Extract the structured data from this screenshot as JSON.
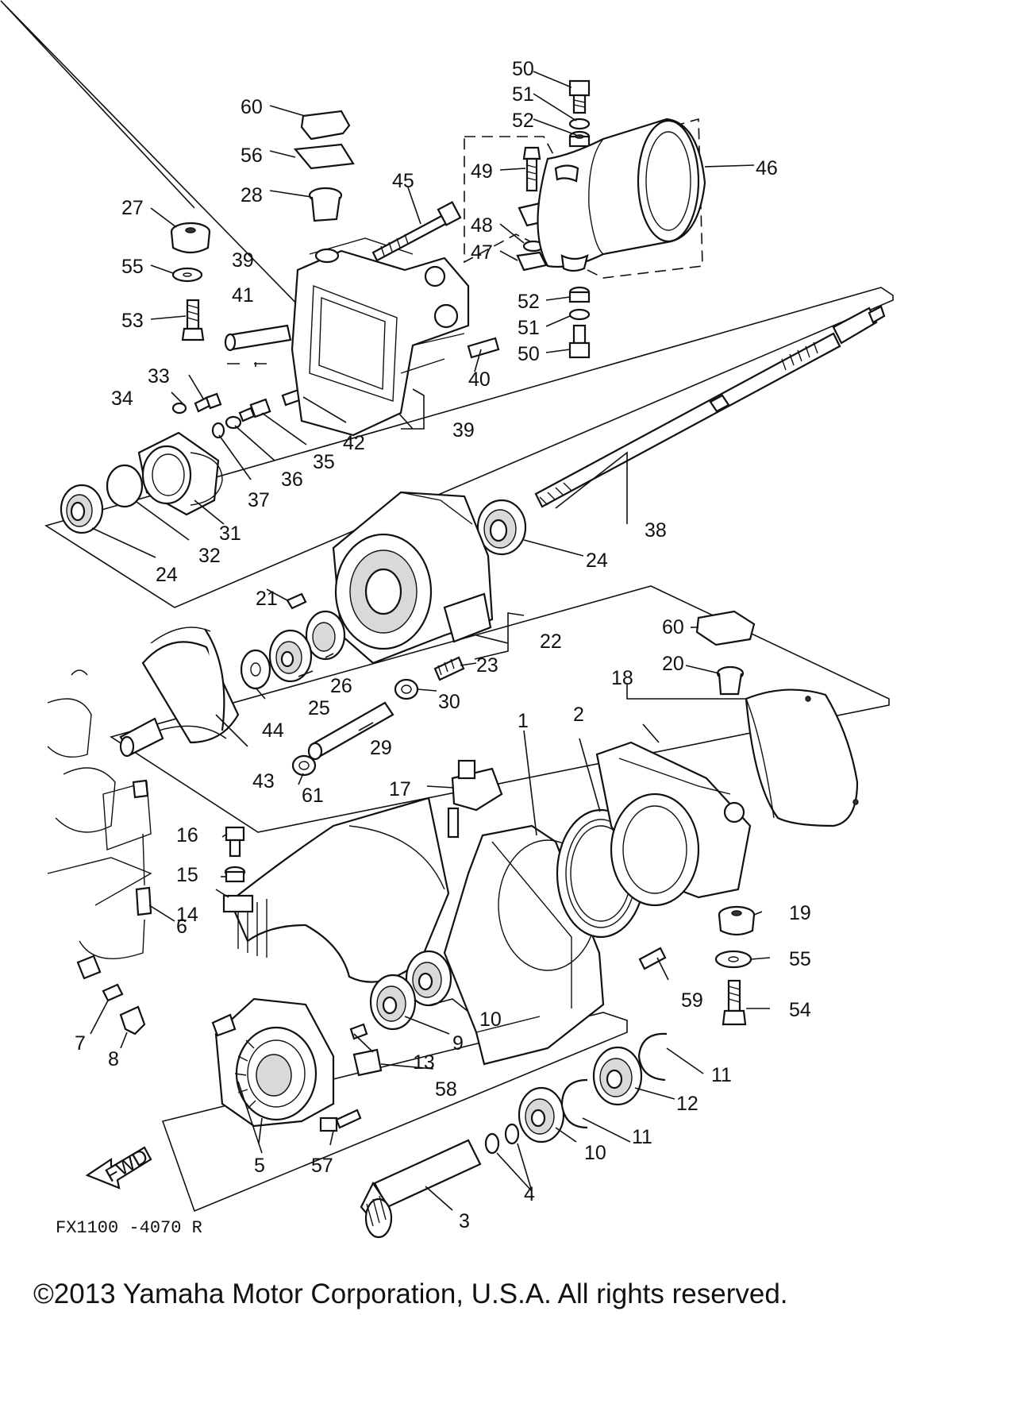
{
  "diagram_code": "FX1100 -4070 R",
  "fwd_label": "FWD",
  "copyright": "©2013 Yamaha Motor Corporation, U.S.A. All rights reserved.",
  "callouts": [
    "1",
    "2",
    "3",
    "4",
    "5",
    "6",
    "7",
    "8",
    "9",
    "10",
    "11",
    "12",
    "13",
    "14",
    "15",
    "16",
    "17",
    "18",
    "19",
    "20",
    "21",
    "22",
    "23",
    "24",
    "25",
    "26",
    "27",
    "28",
    "29",
    "30",
    "31",
    "32",
    "33",
    "34",
    "35",
    "36",
    "37",
    "38",
    "39",
    "40",
    "41",
    "42",
    "43",
    "44",
    "45",
    "46",
    "47",
    "48",
    "49",
    "50",
    "51",
    "52",
    "53",
    "54",
    "55",
    "56",
    "57",
    "58",
    "59",
    "60",
    "61"
  ]
}
